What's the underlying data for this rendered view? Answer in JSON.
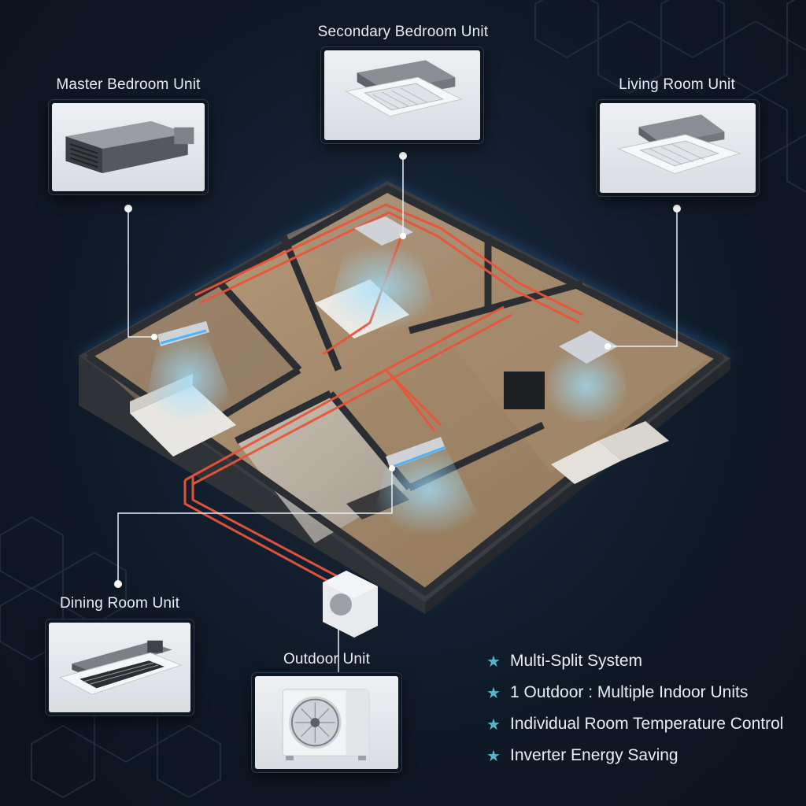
{
  "units": {
    "master": "Master Bedroom Unit",
    "secondary": "Secondary Bedroom Unit",
    "living": "Living Room Unit",
    "dining": "Dining Room Unit",
    "outdoor": "Outdoor Unit"
  },
  "features": [
    "Multi-Split System",
    "1 Outdoor : Multiple Indoor Units",
    "Individual Room Temperature Control",
    "Inverter Energy Saving"
  ],
  "colors": {
    "background": "#0f1a28",
    "refrigerant_pipe": "#e8553a",
    "airflow": "#7fd0ff",
    "accent_star": "#55b6c8"
  },
  "icons": {
    "ducted": "ducted-unit-icon",
    "cassette": "ceiling-cassette-icon",
    "one_way_cassette": "one-way-cassette-icon",
    "outdoor": "outdoor-condenser-icon",
    "bullet": "star-icon"
  }
}
